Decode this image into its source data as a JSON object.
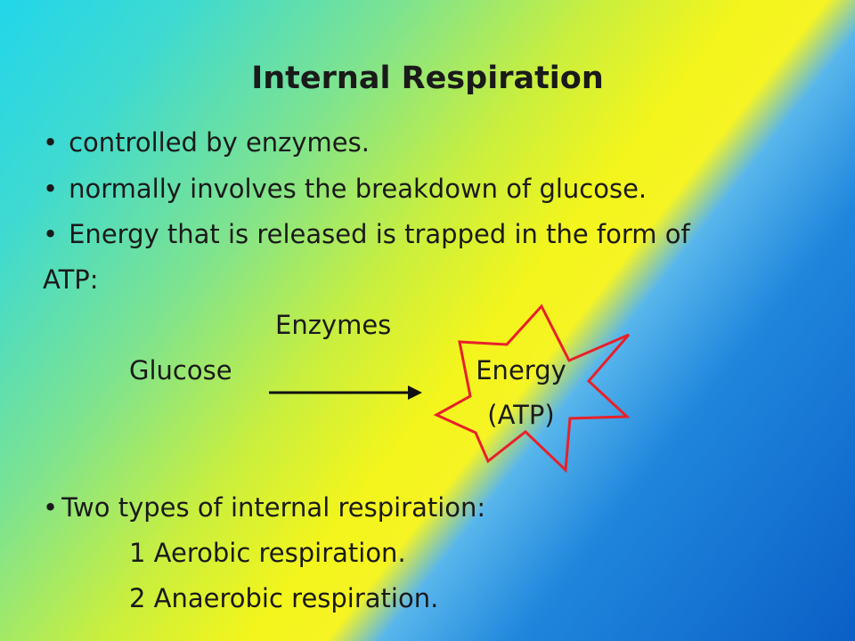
{
  "slide": {
    "title": "Internal Respiration",
    "bullet_glyph": "•",
    "bullets": [
      "controlled by enzymes.",
      "normally involves the breakdown of glucose.",
      "Energy that is released is trapped in the form of"
    ],
    "bullet3_continuation": "ATP:",
    "reaction": {
      "catalyst": "Enzymes",
      "reactant": "Glucose",
      "product_line1": "Energy",
      "product_line2": "(ATP)"
    },
    "types_heading": "Two types of internal respiration:",
    "types": [
      "1 Aerobic respiration.",
      "2 Anaerobic respiration."
    ]
  },
  "colors": {
    "arrow": "#111111",
    "star_outline": "#e8202a",
    "star_fill": "#f6f41f"
  }
}
